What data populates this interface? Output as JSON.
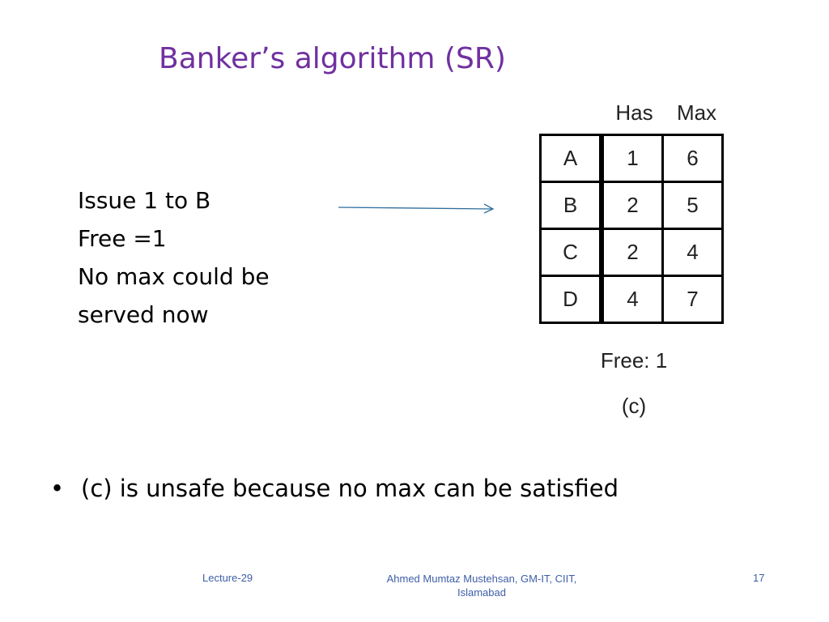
{
  "title": "Banker’s algorithm (SR)",
  "notes": {
    "lines": [
      "Issue 1  to B",
      "Free =1",
      "No max could be",
      "served now"
    ]
  },
  "colors": {
    "title": "#7030a0",
    "arrow": "#2e6e9e",
    "footer": "#3e5ea8"
  },
  "table": {
    "headers": [
      "Has",
      "Max"
    ],
    "rows": [
      {
        "process": "A",
        "has": "1",
        "max": "6"
      },
      {
        "process": "B",
        "has": "2",
        "max": "5"
      },
      {
        "process": "C",
        "has": "2",
        "max": "4"
      },
      {
        "process": "D",
        "has": "4",
        "max": "7"
      }
    ],
    "free": "Free: 1",
    "caption": "(c)"
  },
  "bullet": {
    "symbol": "•",
    "text": "(c) is unsafe because no max can be satisfied"
  },
  "footer": {
    "left": "Lecture-29",
    "center_line1": "Ahmed Mumtaz Mustehsan, GM-IT, CIIT,",
    "center_line2": "Islamabad",
    "page": "17"
  }
}
